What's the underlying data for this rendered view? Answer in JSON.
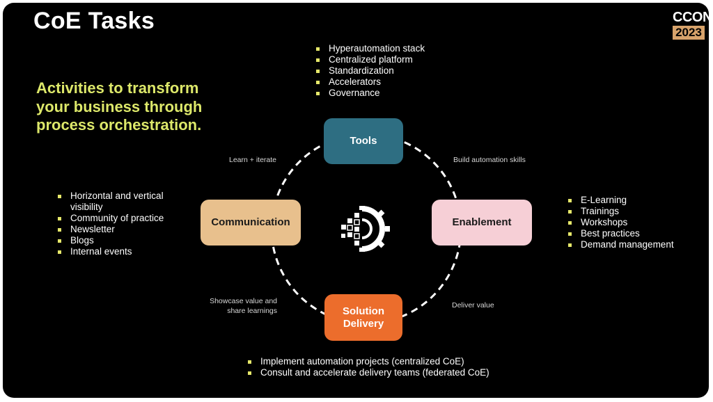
{
  "header": {
    "title": "CoE Tasks",
    "logo_top": "CCON",
    "logo_bottom": "2023"
  },
  "subtitle_lines": [
    "Activities to transform",
    "your business through",
    "process orchestration."
  ],
  "nodes": {
    "tools": "Tools",
    "communication": "Communication",
    "enablement": "Enablement",
    "delivery_line1": "Solution",
    "delivery_line2": "Delivery"
  },
  "edge_labels": {
    "learn_iterate": "Learn + iterate",
    "build_skills": "Build automation skills",
    "deliver_value": "Deliver value",
    "showcase_line1": "Showcase value and",
    "showcase_line2": "share learnings"
  },
  "tools_items": [
    "Hyperautomation stack",
    "Centralized platform",
    "Standardization",
    "Accelerators",
    "Governance"
  ],
  "communication_items": [
    "Horizontal and vertical visibility",
    "Community of practice",
    "Newsletter",
    "Blogs",
    "Internal events"
  ],
  "enablement_items": [
    "E-Learning",
    "Trainings",
    "Workshops",
    "Best practices",
    "Demand management"
  ],
  "delivery_items": [
    "Implement automation projects (centralized CoE)",
    "Consult and accelerate delivery teams (federated CoE)"
  ],
  "colors": {
    "background": "#000000",
    "accent_text": "#dde86a",
    "tools": "#2e6e82",
    "communication": "#e8c08d",
    "enablement": "#f6cfd6",
    "delivery": "#ec6d2c",
    "logo_badge": "#d8a36b"
  },
  "icons": {
    "center": "gear-process-icon"
  }
}
